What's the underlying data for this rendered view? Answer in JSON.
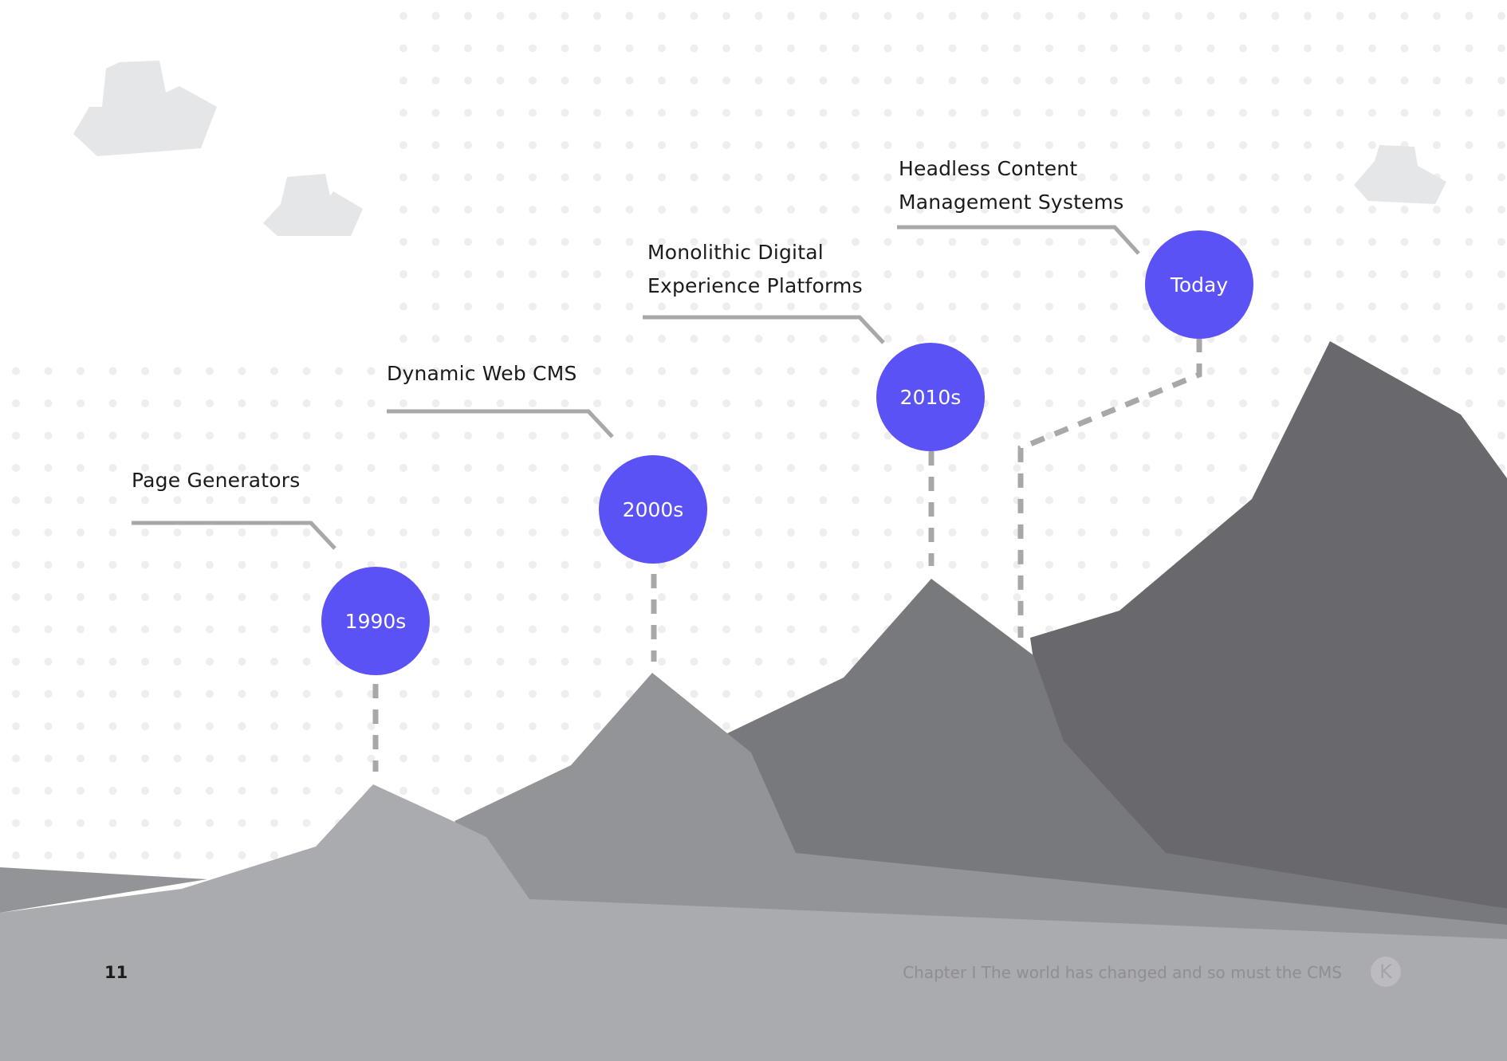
{
  "colors": {
    "accent": "#5b52f5",
    "mountain_dark": "#69696d",
    "mountain_mid": "#78797c",
    "mountain_light": "#939498",
    "mountain_front": "#aaabae",
    "connector": "#a8a8ab",
    "cloud": "#e5e6e8",
    "dots": "#eeeeef"
  },
  "timeline": [
    {
      "era": "1990s",
      "label_lines": [
        "Page Generators"
      ]
    },
    {
      "era": "2000s",
      "label_lines": [
        "Dynamic Web CMS"
      ]
    },
    {
      "era": "2010s",
      "label_lines": [
        "Monolithic Digital",
        "Experience Platforms"
      ]
    },
    {
      "era": "Today",
      "label_lines": [
        "Headless Content",
        "Management Systems"
      ]
    }
  ],
  "footer": {
    "page_number": "11",
    "chapter_title": "Chapter I The world has changed and so must the CMS",
    "logo_letter": "K",
    "logo_icon": "kentico-k-logo-icon"
  }
}
